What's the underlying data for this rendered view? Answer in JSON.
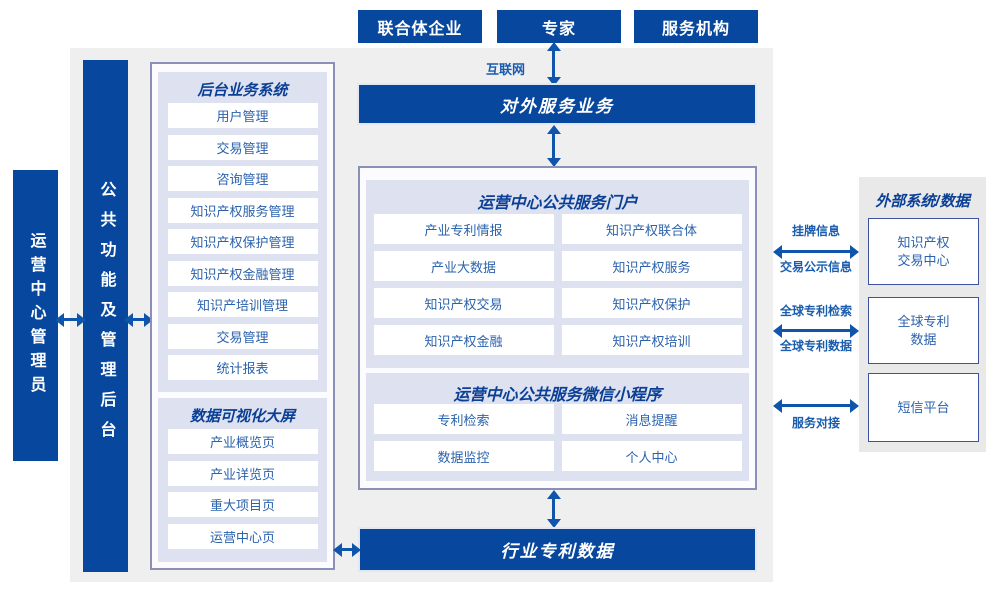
{
  "colors": {
    "primary_blue": "#07489E",
    "arrow_blue": "#0F55AB",
    "label_blue": "#1A5CAD",
    "item_text_blue": "#2B62AC",
    "panel_lavender": "#DDE1F0",
    "outer_border": "#8A90B8",
    "background_gray": "#EFEFEF"
  },
  "top_actors": {
    "box1": "联合体企业",
    "box2": "专家",
    "box3": "服务机构"
  },
  "internet_label": "互联网",
  "external_service_bar": "对外服务业务",
  "admin_bar": "运营中心管理员",
  "backend_bar": "公共功能及管理后台",
  "backend_panel": {
    "title": "后台业务系统",
    "items": [
      "用户管理",
      "交易管理",
      "咨询管理",
      "知识产权服务管理",
      "知识产权保护管理",
      "知识产权金融管理",
      "知识产培训管理",
      "交易管理",
      "统计报表"
    ]
  },
  "dashboard_panel": {
    "title": "数据可视化大屏",
    "items": [
      "产业概览页",
      "产业详览页",
      "重大项目页",
      "运营中心页"
    ]
  },
  "portal_panel": {
    "title": "运营中心公共服务门户",
    "items": [
      "产业专利情报",
      "知识产权联合体",
      "产业大数据",
      "知识产权服务",
      "知识产权交易",
      "知识产权保护",
      "知识产权金融",
      "知识产权培训"
    ]
  },
  "miniprogram_panel": {
    "title": "运营中心公共服务微信小程序",
    "items": [
      "专利检索",
      "消息提醒",
      "数据监控",
      "个人中心"
    ]
  },
  "industry_data_bar": "行业专利数据",
  "external_systems": {
    "title": "外部系统/数据",
    "boxes": [
      "知识产权\n交易中心",
      "全球专利\n数据",
      "短信平台"
    ]
  },
  "right_links": [
    {
      "label_top": "挂牌信息",
      "label_bottom": "交易公示信息"
    },
    {
      "label_top": "全球专利检索",
      "label_bottom": "全球专利数据"
    },
    {
      "label_top": "",
      "label_bottom": "服务对接"
    }
  ]
}
